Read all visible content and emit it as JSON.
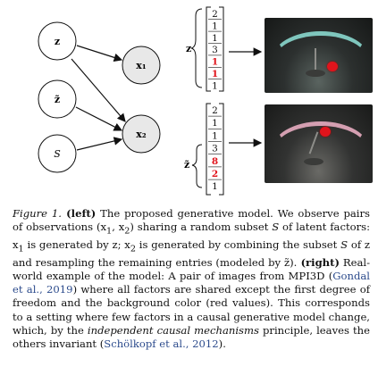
{
  "diagram": {
    "nodes": [
      "z",
      "z̃",
      "S",
      "x₁",
      "x₂"
    ]
  },
  "vectors": {
    "top_label": "z",
    "top_values": [
      "2",
      "1",
      "1",
      "3",
      "1",
      "1",
      "1"
    ],
    "bottom_label": "z̃",
    "bottom_values": [
      "2",
      "1",
      "1",
      "3",
      "8",
      "2",
      "1"
    ],
    "colors": {
      "normal": "#111111",
      "changed": "#e0141c"
    }
  },
  "caption": {
    "figure_label": "Figure 1.",
    "part1": " (left)",
    "part2": " The proposed generative model. We observe pairs of observations (x",
    "sub1": "1",
    "part3": ", x",
    "sub2": "2",
    "part4": ") sharing a random subset ",
    "S": "S",
    "part5": " of latent factors: x",
    "sub3": "1",
    "part6": " is generated by z; x",
    "sub4": "2",
    "part7": " is generated by combining the subset ",
    "S2": "S",
    "part8": " of z and resampling the remaining entries (modeled by z̃).",
    "part9": " (right)",
    "part10": " Real-world example of the model: A pair of images from MPI3D (",
    "cite1": "Gondal et al., 2019",
    "part11": ") where all factors are shared except the first degree of freedom and the background color (red values). This corresponds to a setting where few factors in a causal generative model change, which, by the ",
    "italic1": "independent causal mechanisms",
    "part12": " principle, leaves the others invariant (",
    "cite2": "Schölkopf et al., 2012",
    "part13": ")."
  }
}
